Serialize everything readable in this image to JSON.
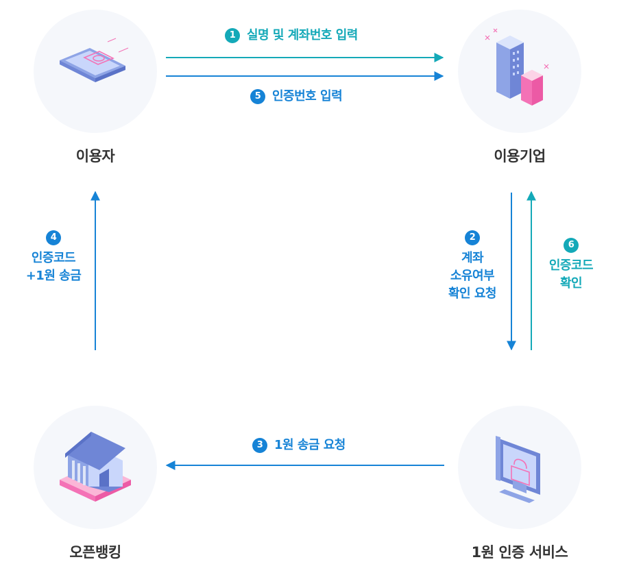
{
  "nodes": {
    "user": {
      "label": "이용자"
    },
    "company": {
      "label": "이용기업"
    },
    "open_banking": {
      "label": "오픈뱅킹"
    },
    "auth_service": {
      "label": "1원 인증 서비스"
    }
  },
  "steps": [
    {
      "number": "1",
      "text": "실명 및 계좌번호 입력",
      "color": "#14a9b8"
    },
    {
      "number": "5",
      "text": "인증번호 입력",
      "color": "#1683d6"
    },
    {
      "number": "4",
      "line1": "인증코드",
      "line2": "+1원 송금",
      "color": "#1683d6"
    },
    {
      "number": "2",
      "line1": "계좌",
      "line2": "소유여부",
      "line3": "확인 요청",
      "color": "#1683d6"
    },
    {
      "number": "6",
      "line1": "인증코드",
      "line2": "확인",
      "color": "#14a9b8"
    },
    {
      "number": "3",
      "text": "1원 송금 요청",
      "color": "#1683d6"
    }
  ],
  "colors": {
    "arrow_blue": "#1683d6",
    "arrow_teal": "#14a9b8"
  }
}
